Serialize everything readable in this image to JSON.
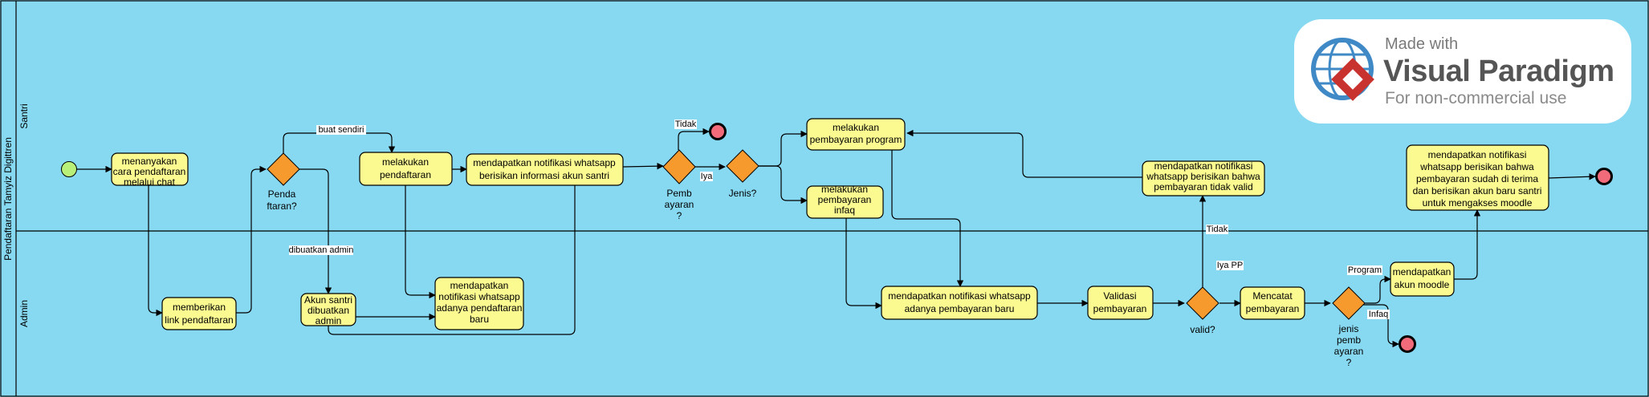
{
  "pool": {
    "title": "Pendaftaran Tamyiz Digittren"
  },
  "lanes": [
    {
      "name": "Santri"
    },
    {
      "name": "Admin"
    }
  ],
  "tasks": {
    "t1": [
      "menanyakan",
      "cara pendaftaran",
      "melalui chat"
    ],
    "t2": [
      "memberikan",
      "link pendaftaran"
    ],
    "t3": [
      "melakukan",
      "pendaftaran"
    ],
    "t4": [
      "Akun santri",
      "dibuatkan",
      "admin"
    ],
    "t5": [
      "mendapatkan",
      "notifikasi whatsapp",
      "adanya pendaftaran",
      "baru"
    ],
    "t6": [
      "mendapatkan notifikasi whatsapp",
      "berisikan informasi akun santri"
    ],
    "t7": [
      "melakukan",
      "pembayaran program"
    ],
    "t8": [
      "melakukan",
      "pembayaran",
      "infaq"
    ],
    "t9": [
      "mendapatkan notifikasi whatsapp",
      "adanya pembayaran baru"
    ],
    "t10": [
      "Validasi",
      "pembayaran"
    ],
    "t11": [
      "mendapatkan notifikasi",
      "whatsapp berisikan bahwa",
      "pembayaran tidak valid"
    ],
    "t12": [
      "Mencatat",
      "pembayaran"
    ],
    "t13": [
      "mendapatkan",
      "akun moodle"
    ],
    "t14": [
      "mendapatkan notifikasi",
      "whatsapp berisikan bahwa",
      "pembayaran sudah di terima",
      "dan berisikan akun baru santri",
      "untuk mengakses moodle"
    ]
  },
  "gateways": {
    "g1": [
      "Penda",
      "ftaran?"
    ],
    "g2": [
      "Pemb",
      "ayaran",
      "?"
    ],
    "g3": [
      "Jenis?"
    ],
    "g4": [
      "valid?"
    ],
    "g5": [
      "jenis",
      "pemb",
      "ayaran",
      "?"
    ]
  },
  "flow_labels": {
    "buat_sendiri": "buat sendiri",
    "dibuatkan_admin": "dibuatkan admin",
    "tidak_1": "Tidak",
    "iya": "Iya",
    "tidak_2": "Tidak",
    "iya_pp": "Iya PP",
    "program": "Program",
    "infaq": "Infaq"
  },
  "watermark": {
    "made_with": "Made with",
    "brand": "Visual Paradigm",
    "note": "For non-commercial use"
  },
  "colors": {
    "background": "#87d9f2",
    "task_fill": "#fafa91",
    "gateway_fill": "#f79a2e",
    "start_event": "#b9f07a",
    "end_event": "#f26b7a"
  }
}
